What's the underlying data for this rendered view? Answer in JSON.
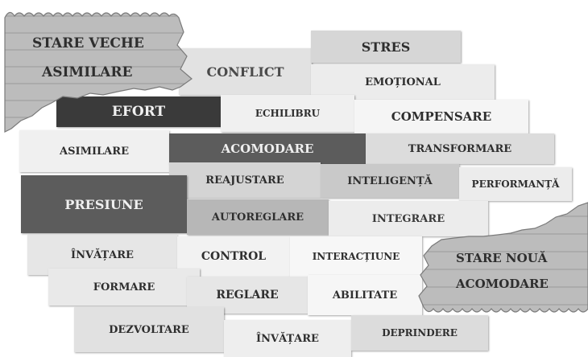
{
  "tiles": {
    "conflict": "CONFLICT",
    "stres": "STRES",
    "emotional": "EMOȚIONAL",
    "efort": "EFORT",
    "echilibru": "ECHILIBRU",
    "compensare": "COMPENSARE",
    "asimilare_small": "ASIMILARE",
    "acomodare_dark": "ACOMODARE",
    "transformare": "TRANSFORMARE",
    "reajustare": "REAJUSTARE",
    "inteligenta": "INTELIGENȚĂ",
    "performanta": "PERFORMANȚĂ",
    "presiune": "PRESIUNE",
    "autoreglare": "AUTOREGLARE",
    "integrare": "INTEGRARE",
    "invatare_left": "ÎNVĂȚARE",
    "control": "CONTROL",
    "interactiune": "INTERACȚIUNE",
    "formare": "FORMARE",
    "reglare": "REGLARE",
    "abilitate": "ABILITATE",
    "dezvoltare": "DEZVOLTARE",
    "invatare_bottom": "ÎNVĂȚARE",
    "deprindere": "DEPRINDERE"
  },
  "torn_old": {
    "line1": "STARE VECHE",
    "line2": "ASIMILARE"
  },
  "torn_new": {
    "line1": "STARE NOUĂ",
    "line2": "ACOMODARE"
  },
  "colors": {
    "paper": "#b9b9b9",
    "tile_light": "#e6e6e6",
    "tile_mid": "#cfcfcf",
    "tile_dark": "#5c5c5c",
    "tile_darkest": "#3a3a3a"
  }
}
